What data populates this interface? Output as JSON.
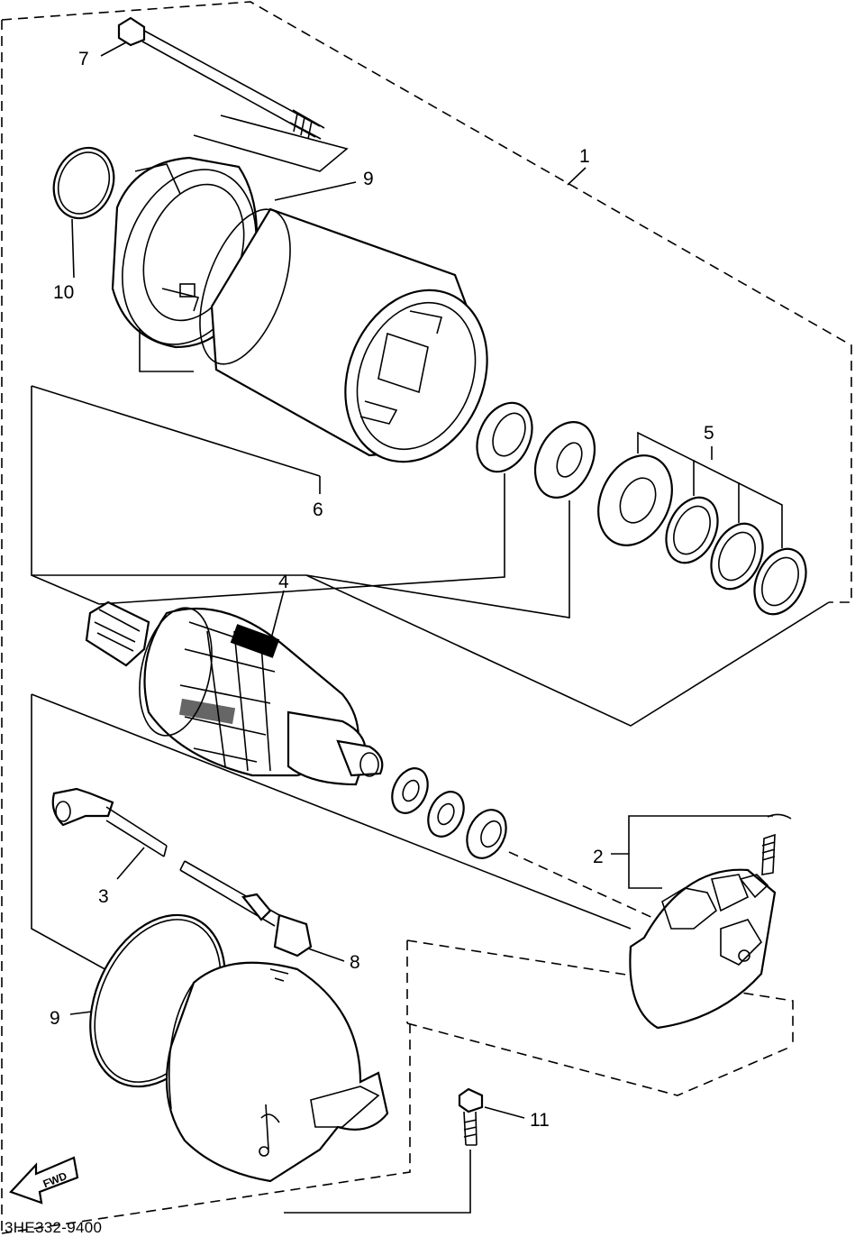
{
  "callouts": {
    "c1": "1",
    "c2": "2",
    "c3": "3",
    "c4": "4",
    "c5": "5",
    "c6": "6",
    "c7": "7",
    "c8": "8",
    "c9_top": "9",
    "c9_bottom": "9",
    "c10": "10",
    "c11": "11"
  },
  "fwd_arrow": {
    "label": "FWD",
    "icon": "fwd-arrow-icon"
  },
  "reference_code": "3HE332-9400"
}
